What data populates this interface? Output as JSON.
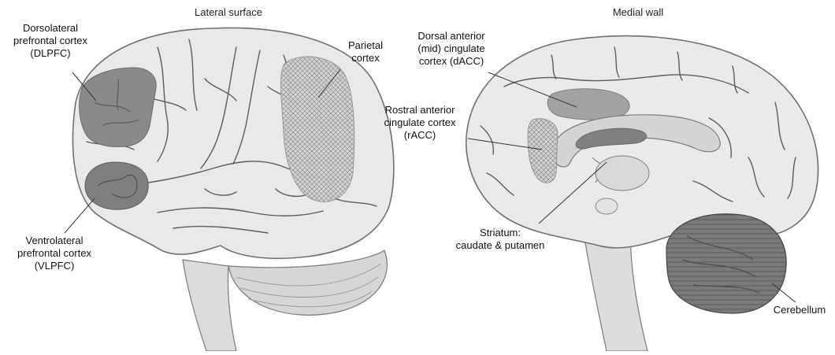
{
  "panels": {
    "left_title": "Lateral surface",
    "right_title": "Medial wall"
  },
  "labels": {
    "dlpfc": [
      "Dorsolateral",
      "prefrontal cortex",
      "(DLPFC)"
    ],
    "parietal": [
      "Parietal",
      "cortex"
    ],
    "vlpfc": [
      "Ventrolateral",
      "prefrontal cortex",
      "(VLPFC)"
    ],
    "dacc": [
      "Dorsal anterior",
      "(mid) cingulate",
      "cortex (dACC)"
    ],
    "racc": [
      "Rostral anterior",
      "cingulate cortex",
      "(rACC)"
    ],
    "striatum": [
      "Striatum:",
      "caudate & putamen"
    ],
    "cerebellum": [
      "Cerebellum"
    ]
  },
  "colors": {
    "brain_fill": "#e8e8e8",
    "brain_outline": "#6f6f6f",
    "sulcus": "#5a5a5a",
    "region_dark": "#8a8a8a",
    "region_mid": "#a6a6a6",
    "hatch": "#888888",
    "leader": "#333333"
  }
}
